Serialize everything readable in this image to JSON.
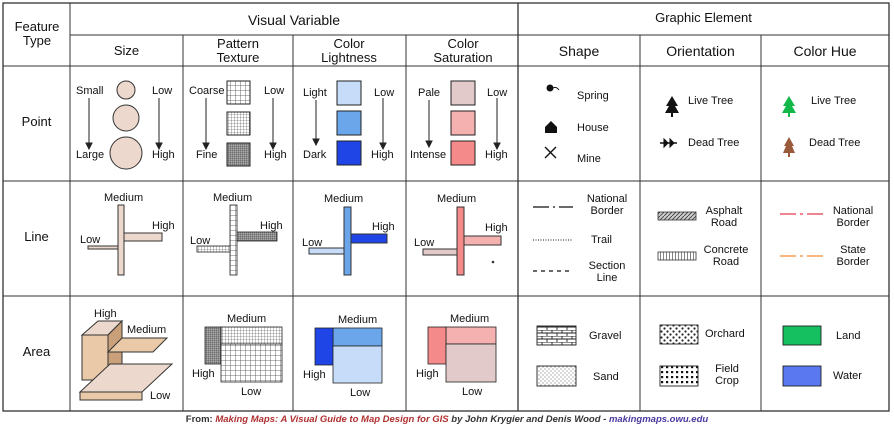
{
  "headers": {
    "feature_type": "Feature Type",
    "visual_variable": "Visual Variable",
    "graphic_element": "Graphic Element",
    "size": "Size",
    "pattern_texture": "Pattern Texture",
    "color_lightness": "Color Lightness",
    "color_saturation": "Color Saturation",
    "shape": "Shape",
    "orientation": "Orientation",
    "color_hue": "Color Hue"
  },
  "rows": {
    "point": "Point",
    "line": "Line",
    "area": "Area"
  },
  "labels": {
    "small": "Small",
    "large": "Large",
    "low": "Low",
    "high": "High",
    "medium": "Medium",
    "coarse": "Coarse",
    "fine": "Fine",
    "light": "Light",
    "dark": "Dark",
    "pale": "Pale",
    "intense": "Intense"
  },
  "point_shapes": [
    "Spring",
    "House",
    "Mine"
  ],
  "point_orientation": [
    "Live Tree",
    "Dead Tree"
  ],
  "point_hue": [
    "Live Tree",
    "Dead Tree"
  ],
  "line_shapes": [
    "National Border",
    "Trail",
    "Section Line"
  ],
  "line_orientation": [
    "Asphalt Road",
    "Concrete Road"
  ],
  "line_hue": [
    "National Border",
    "State Border"
  ],
  "area_shapes": [
    "Gravel",
    "Sand"
  ],
  "area_orientation": [
    "Orchard",
    "Field Crop"
  ],
  "area_hue": [
    "Land",
    "Water"
  ],
  "colors": {
    "size_fill": "#ecd8cc",
    "size_area_front": "#e9c9a8",
    "size_area_dark": "#c9a07a",
    "light_1": "#c6dcf8",
    "light_2": "#6ba6ea",
    "light_3": "#1f45e6",
    "sat_1": "#e2caca",
    "sat_2": "#f5b0b0",
    "sat_3": "#f48a8a",
    "live_tree": "#12b84a",
    "dead_tree": "#9a5b3c",
    "land": "#15c060",
    "water": "#5a78f0",
    "national_border_hue": "#e85c6a",
    "state_border_hue": "#f4a050"
  },
  "footer": {
    "prefix": "From: ",
    "title": "Making Maps: A Visual Guide to Map Design for GIS",
    "by": " by John Krygier and Denis Wood - ",
    "url": "makingmaps.owu.edu"
  }
}
